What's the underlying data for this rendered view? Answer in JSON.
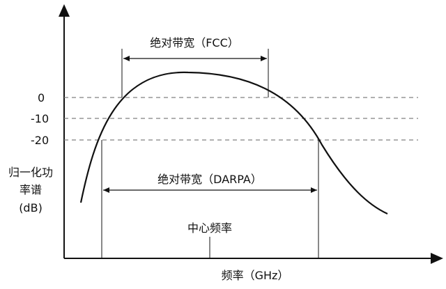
{
  "colors": {
    "line": "#111111",
    "dashed": "#808080"
  },
  "y_axis": {
    "label_lines": [
      "归一化功",
      "率谱",
      "(dB)"
    ]
  },
  "x_axis": {
    "label": "频率（GHz）"
  },
  "levels": [
    {
      "label": "0"
    },
    {
      "label": "-10"
    },
    {
      "label": "-20"
    }
  ],
  "bandwidths": {
    "fcc": {
      "label": "绝对带宽（FCC）"
    },
    "darpa": {
      "label": "绝对带宽（DARPA）"
    }
  },
  "center_label": "中心频率"
}
